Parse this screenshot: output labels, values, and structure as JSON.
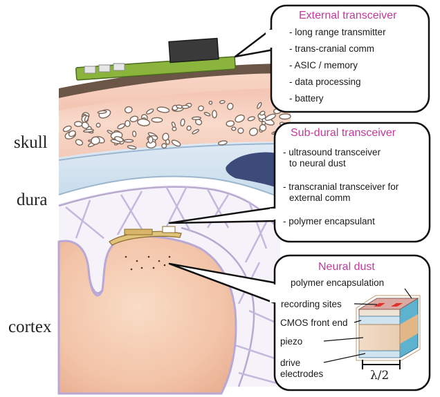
{
  "layer_labels": {
    "skull": "skull",
    "dura": "dura",
    "cortex": "cortex"
  },
  "external_transceiver": {
    "title": "External transceiver",
    "items": [
      "- long range transmitter",
      "- trans-cranial comm",
      "- ASIC / memory",
      "- data processing",
      "- battery"
    ]
  },
  "subdural_transceiver": {
    "title": "Sub-dural transceiver",
    "items": [
      {
        "line1": "- ultrasound transceiver",
        "line2": "to neural dust"
      },
      {
        "line1": "- transcranial transceiver for",
        "line2": "external comm"
      },
      {
        "line1": "- polymer encapsulant",
        "line2": ""
      }
    ]
  },
  "neural_dust": {
    "title": "Neural dust",
    "labels": {
      "polymer_encapsulation": "polymer encapsulation",
      "recording_sites": "recording sites",
      "cmos_front_end": "CMOS front end",
      "piezo": "piezo",
      "drive_electrodes_1": "drive",
      "drive_electrodes_2": "electrodes",
      "dimension": "λ/2"
    }
  },
  "colors": {
    "callout_title": "#c2399a",
    "skin": "#f3c2ad",
    "skull_bone": "#f6d6c6",
    "dura": "#cfe0ee",
    "cortex": "#f2c5a8",
    "pcb_green": "#8ab43c",
    "chip_dark": "#3a3a3a"
  }
}
